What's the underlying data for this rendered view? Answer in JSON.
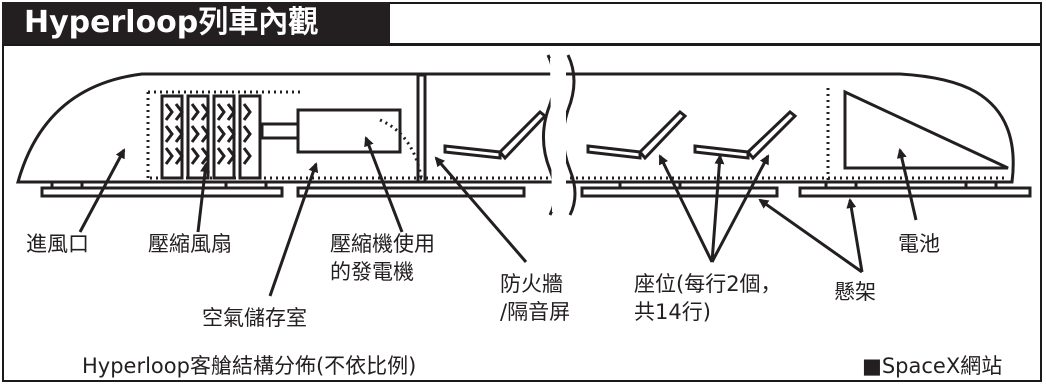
{
  "title": "Hyperloop列車內觀",
  "labels": {
    "intake": "進風口",
    "fan": "壓縮風扇",
    "compressor_line1": "壓縮機使用",
    "compressor_line2": "的發電機",
    "air_tank": "空氣儲存室",
    "firewall_line1": "防火牆",
    "firewall_line2": "/隔音屏",
    "seats_line1": "座位(每行2個，",
    "seats_line2": "共14行)",
    "suspension": "懸架",
    "battery": "電池"
  },
  "caption": "Hyperloop客艙結構分佈(不依比例)",
  "source": "■SpaceX網站",
  "colors": {
    "ink": "#231f20",
    "background": "#ffffff"
  }
}
